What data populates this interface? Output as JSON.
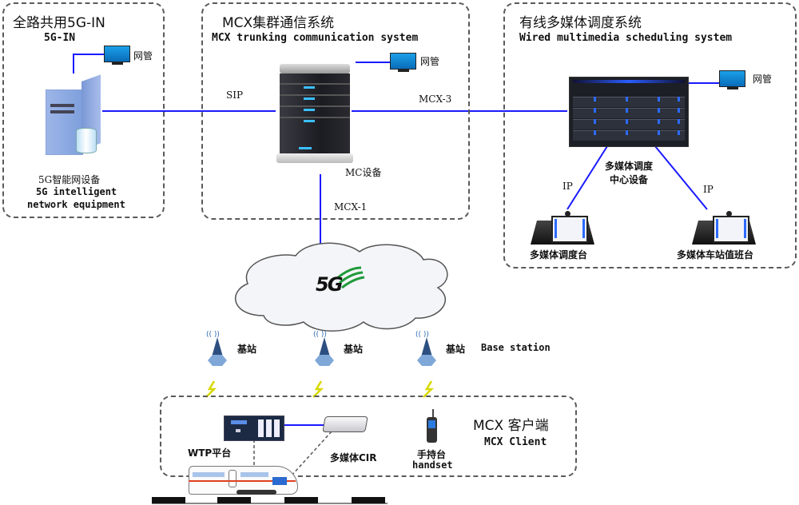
{
  "boxes": {
    "left": {
      "title_cn": "全路共用5G-IN",
      "title_en": "5G-IN",
      "device_cn": "5G智能网设备",
      "device_en_1": "5G intelligent",
      "device_en_2": "network equipment",
      "nms_label": "网管"
    },
    "middle": {
      "title_cn": "MCX集群通信系统",
      "title_en": "MCX trunking communication system",
      "nms_label": "网管",
      "device_label": "MC设备"
    },
    "right": {
      "title_cn": "有线多媒体调度系统",
      "title_en": "Wired multimedia scheduling system",
      "nms_label": "网管",
      "center_device_1": "多媒体调度",
      "center_device_2": "中心设备",
      "console_left": "多媒体调度台",
      "console_right": "多媒体车站值班台"
    },
    "client": {
      "title_cn": "MCX 客户端",
      "title_en": "MCX Client",
      "wtp_label": "WTP平台",
      "cir_label": "多媒体CIR",
      "handset_cn": "手持台",
      "handset_en": "handset"
    }
  },
  "links": {
    "sip": "SIP",
    "mcx3": "MCX-3",
    "mcx1": "MCX-1",
    "ip_left": "IP",
    "ip_right": "IP"
  },
  "network": {
    "cloud_label": "5G",
    "base_stations": [
      "基站",
      "基站",
      "基站"
    ],
    "base_station_en": "Base station"
  },
  "colors": {
    "link": "#1a1aff",
    "dashed_border": "#5a5a5a",
    "signal_green": "#1f9a3a",
    "lightning": "#e8e800"
  }
}
